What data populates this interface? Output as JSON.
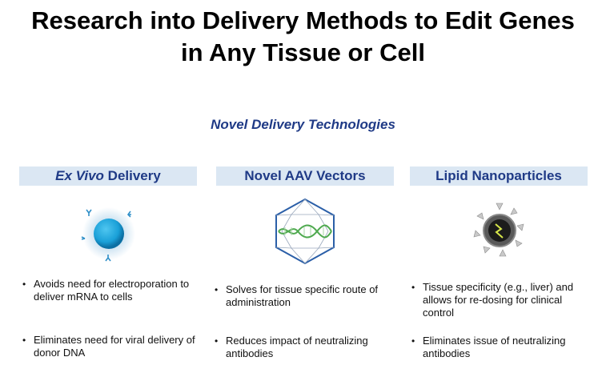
{
  "title": {
    "line1": "Research into Delivery Methods to Edit Genes",
    "line2": "in Any Tissue or Cell"
  },
  "subtitle": "Novel Delivery Technologies",
  "columns": [
    {
      "heading_italic": "Ex Vivo",
      "heading_rest": " Delivery",
      "icon": "cell-icon",
      "bullets": [
        "Avoids need for electroporation to deliver mRNA to cells",
        "Eliminates need for viral delivery of donor DNA"
      ]
    },
    {
      "heading": "Novel AAV Vectors",
      "icon": "aav-capsid-icon",
      "bullets": [
        "Solves for tissue specific route of administration",
        "Reduces impact of neutralizing antibodies"
      ]
    },
    {
      "heading": "Lipid Nanoparticles",
      "icon": "lipid-nanoparticle-icon",
      "bullets": [
        "Tissue specificity (e.g., liver) and allows for re-dosing for clinical control",
        "Eliminates issue of neutralizing antibodies"
      ]
    }
  ],
  "colors": {
    "heading_text": "#1f3a86",
    "heading_bg": "#dbe7f3",
    "cell_core": "#1aa0d8",
    "dna_green": "#5cb85c",
    "capsid": "#2b5fa8"
  }
}
